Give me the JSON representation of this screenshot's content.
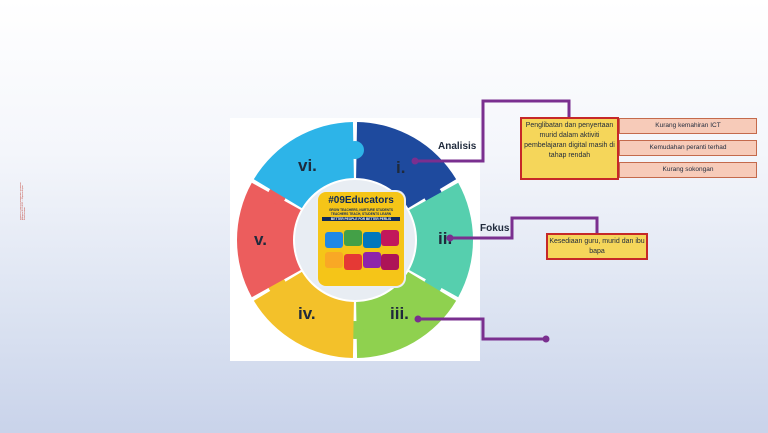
{
  "side_note": "Rujukan: Pelan Pembangunan Pendidikan Malaysia 2013-2025 — Laporan Kajian Keberkesanan",
  "diagram": {
    "segments": [
      {
        "id": "i",
        "label": "i.",
        "color": "#1e4a9e"
      },
      {
        "id": "ii",
        "label": "ii.",
        "color": "#56cfae"
      },
      {
        "id": "iii",
        "label": "iii.",
        "color": "#8fd14f"
      },
      {
        "id": "iv",
        "label": "iv.",
        "color": "#f3c12a"
      },
      {
        "id": "v",
        "label": "v.",
        "color": "#ec5d5d"
      },
      {
        "id": "vi",
        "label": "vi.",
        "color": "#2db4e8"
      }
    ],
    "center": {
      "title": "#09Educators",
      "line1": "GROW TEACHERS, NURTURE STUDENTS",
      "line2": "TEACHERS TEACH, STUDENTS LEARN",
      "line3": "BETTER PEOPLE FOR BETTER PERLIS"
    }
  },
  "connectors": {
    "analisis_label": "Analisis",
    "fokus_label": "Fokus",
    "line_color": "#7a2f8f"
  },
  "boxes": {
    "main": "Penglibatan dan penyertaan murid dalam aktiviti pembelajaran digital masih di tahap rendah",
    "sub": [
      "Kurang kemahiran ICT",
      "Kemudahan peranti terhad",
      "Kurang sokongan"
    ],
    "fokus": "Kesediaan guru, murid dan ibu bapa"
  }
}
